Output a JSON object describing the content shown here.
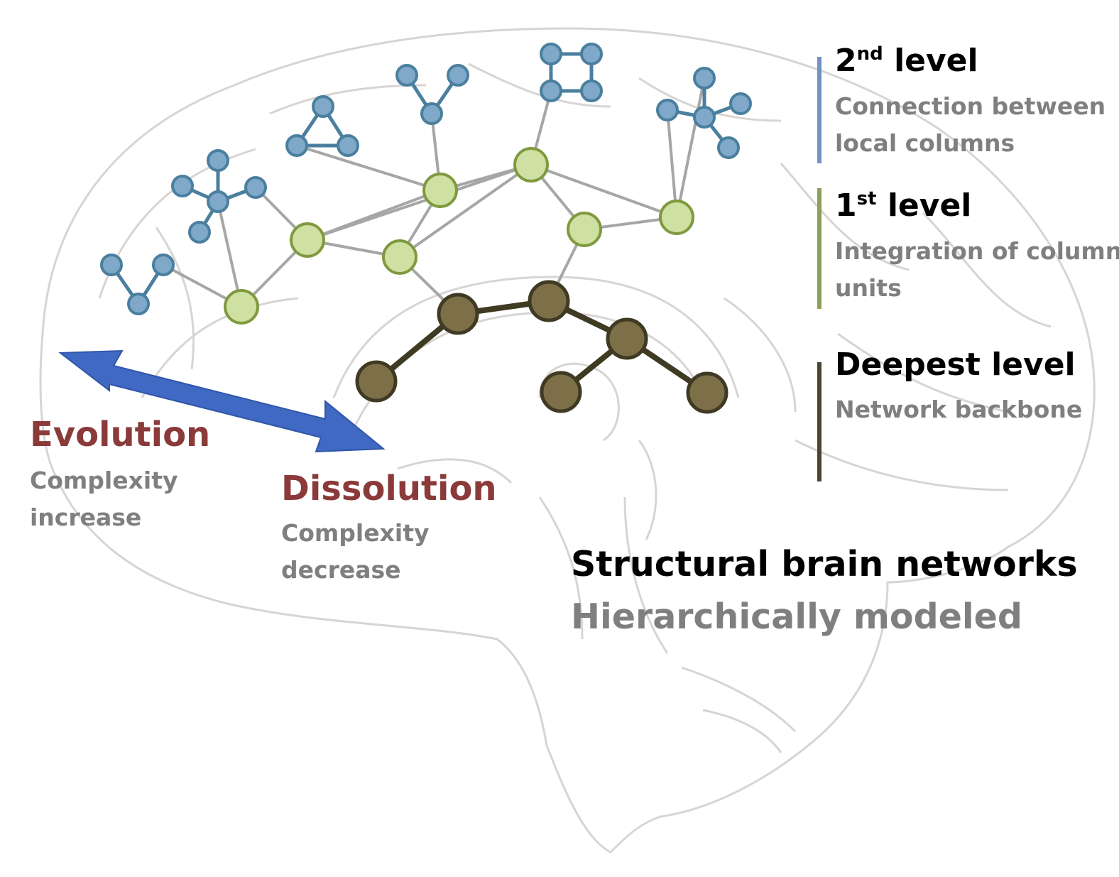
{
  "colors": {
    "level2": "#7fa8c9",
    "level2_stroke": "#4a7f9e",
    "level1": "#cfe0a3",
    "level1_stroke": "#7f9a3f",
    "deepest": "#7d6f47",
    "deepest_stroke": "#3f3a22",
    "arrow": "#3f69c2",
    "bar_level2": "#7391c4",
    "bar_level1": "#8da05a",
    "bar_deepest": "#4a4530",
    "evolution_title": "#8b3a3a",
    "subtext": "#7f7f7f"
  },
  "legend": {
    "level2": {
      "num": "2",
      "sup": "nd",
      "word": " level",
      "desc1": "Connection between",
      "desc2": "local columns"
    },
    "level1": {
      "num": "1",
      "sup": "st",
      "word": " level",
      "desc1": "Integration of column",
      "desc2": "units"
    },
    "deepest": {
      "title": "Deepest level",
      "desc": "Network backbone"
    }
  },
  "evolution": {
    "title": "Evolution",
    "desc1": "Complexity",
    "desc2": "increase"
  },
  "dissolution": {
    "title": "Dissolution",
    "desc1": "Complexity",
    "desc2": "decrease"
  },
  "caption": {
    "title": "Structural brain networks",
    "subtitle": "Hierarchically modeled"
  }
}
